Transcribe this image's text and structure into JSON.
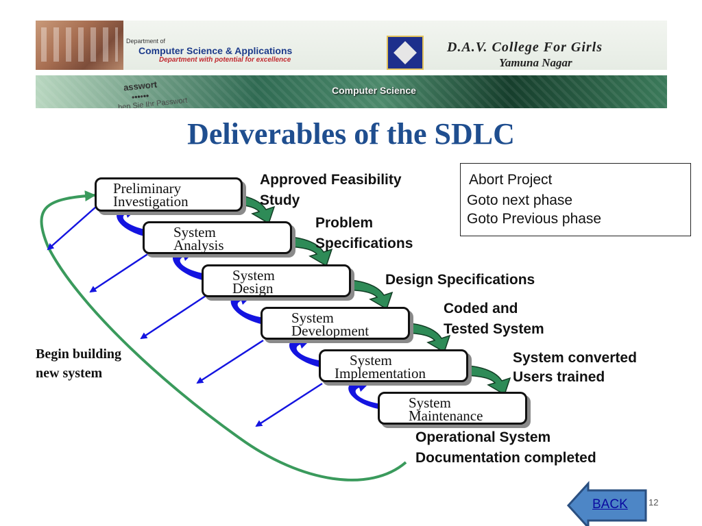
{
  "header": {
    "dept_small": "Department of",
    "dept_name": "Computer Science & Applications",
    "dept_tagline": "Department with potential for excellence",
    "college_name": "D.A.V. College For Girls",
    "college_city": "Yamuna Nagar",
    "banner_password_word": "asswort",
    "banner_password_dots": "••••••",
    "banner_password_hint": "ben Sie Ihr Passwort",
    "banner_text": "Computer Science"
  },
  "title": "Deliverables of the SDLC",
  "phases": [
    {
      "line1": "Preliminary",
      "line2": "Investigation"
    },
    {
      "line1": "System",
      "line2": "Analysis"
    },
    {
      "line1": "System",
      "line2": "Design"
    },
    {
      "line1": "System",
      "line2": "Development"
    },
    {
      "line1": "System",
      "line2": "Implementation"
    },
    {
      "line1": "System",
      "line2": "Maintenance"
    }
  ],
  "deliverables": [
    {
      "line1": "Approved Feasibility",
      "line2": "Study"
    },
    {
      "line1": "Problem",
      "line2": "Specifications"
    },
    {
      "line1": "Design Specifications",
      "line2": ""
    },
    {
      "line1": "Coded and",
      "line2": "Tested System"
    },
    {
      "line1": "System converted",
      "line2": "Users trained"
    },
    {
      "line1": "Operational System",
      "line2": "Documentation completed"
    }
  ],
  "begin_label": {
    "line1": "Begin building",
    "line2": "new system"
  },
  "legend": {
    "abort": "Abort Project",
    "next": "Goto next phase",
    "previous": "Goto Previous phase"
  },
  "colors": {
    "title": "#1f4e8f",
    "abort_arrow": "#e0141e",
    "next_arrow": "#2e8b57",
    "previous_arrow": "#1414e0",
    "cycle_line": "#3a9a5c"
  },
  "nav": {
    "back_label": "BACK"
  },
  "slide_number": "12"
}
